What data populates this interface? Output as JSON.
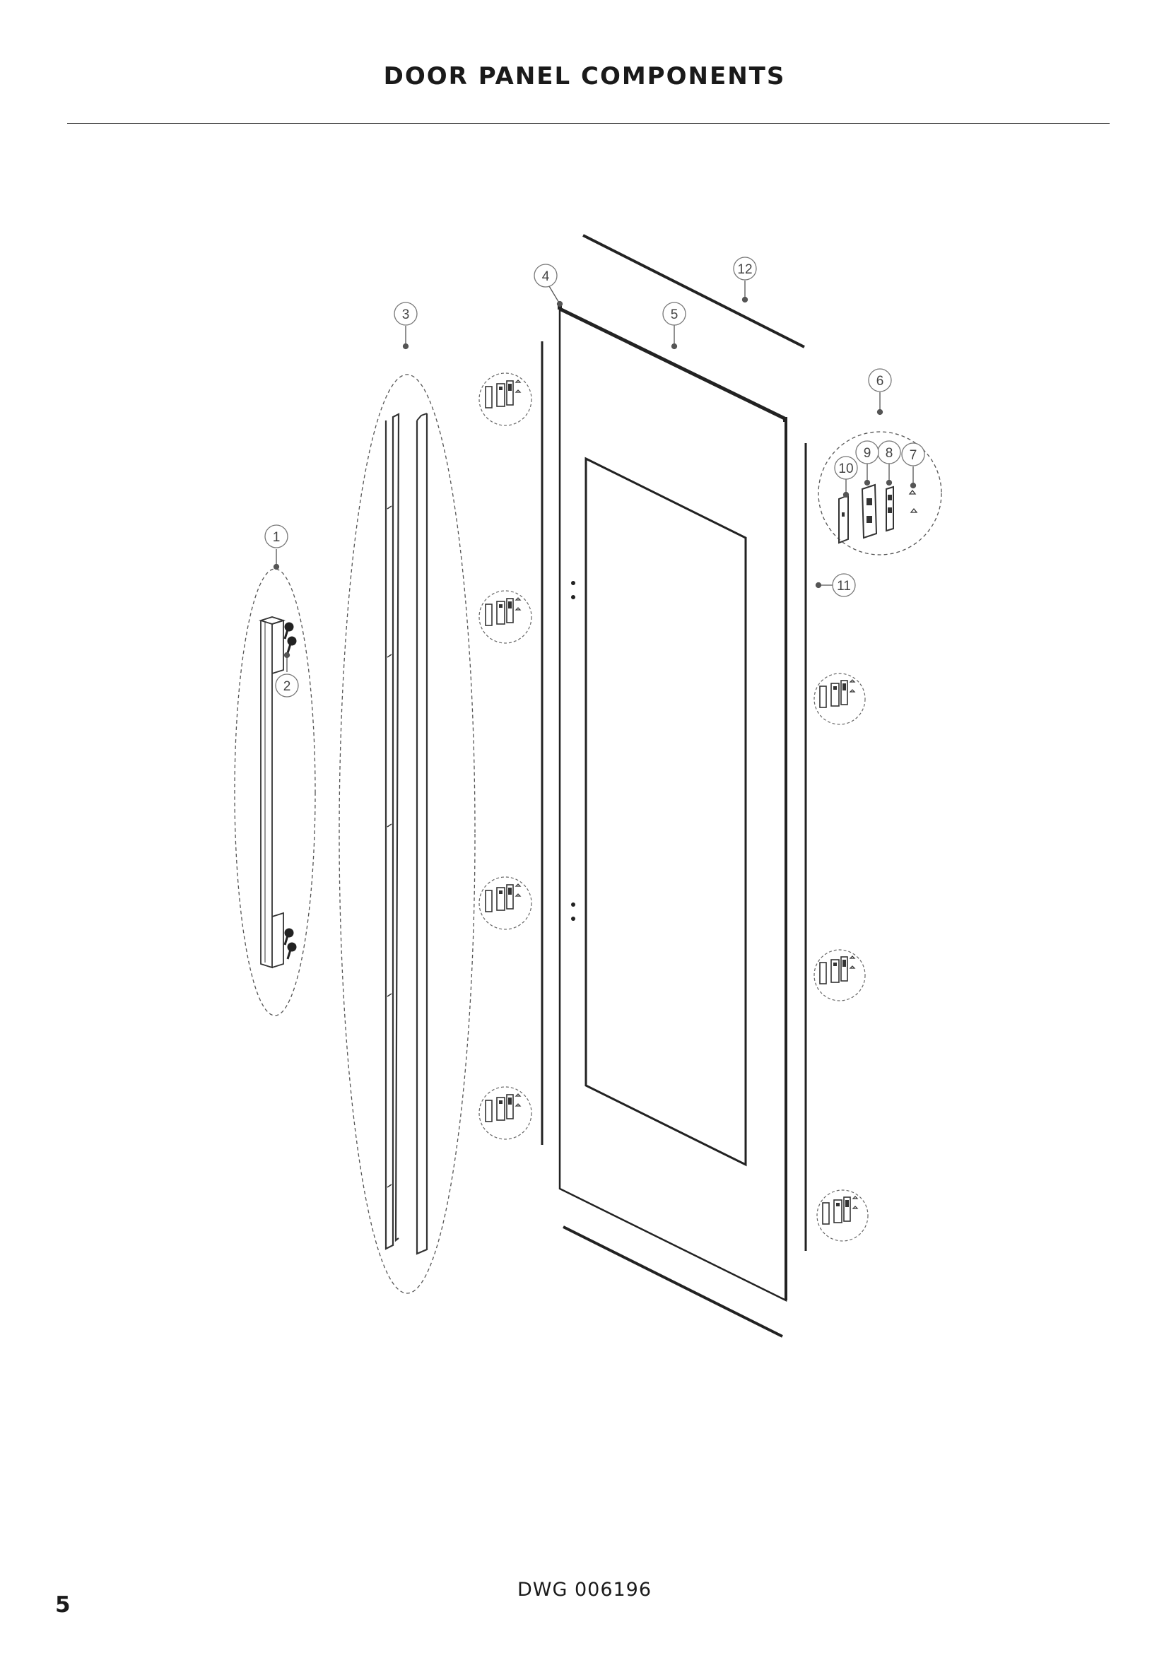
{
  "title": "DOOR PANEL COMPONENTS",
  "drawing_number": "DWG 006196",
  "page_number": "5",
  "callouts": [
    "1",
    "2",
    "3",
    "4",
    "5",
    "6",
    "7",
    "8",
    "9",
    "10",
    "11",
    "12"
  ]
}
